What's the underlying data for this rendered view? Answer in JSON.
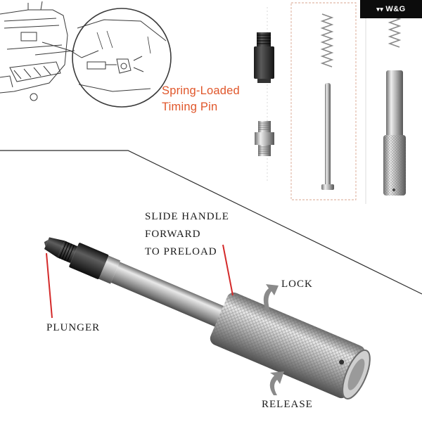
{
  "brand": {
    "logo_text": "W&G",
    "mark": "▾▾"
  },
  "title": {
    "line1": "Spring-Loaded",
    "line2": "Timing Pin"
  },
  "callouts": {
    "slide_handle": [
      "SLIDE HANDLE",
      "FORWARD",
      "TO PRELOAD"
    ],
    "lock": "LOCK",
    "plunger": "PLUNGER",
    "release": "RELEASE"
  },
  "colors": {
    "title_orange": "#e0562a",
    "leader_red": "#d42a2a",
    "arrow_gray": "#8a8a8a",
    "brand_bg": "#0c0c0c"
  }
}
